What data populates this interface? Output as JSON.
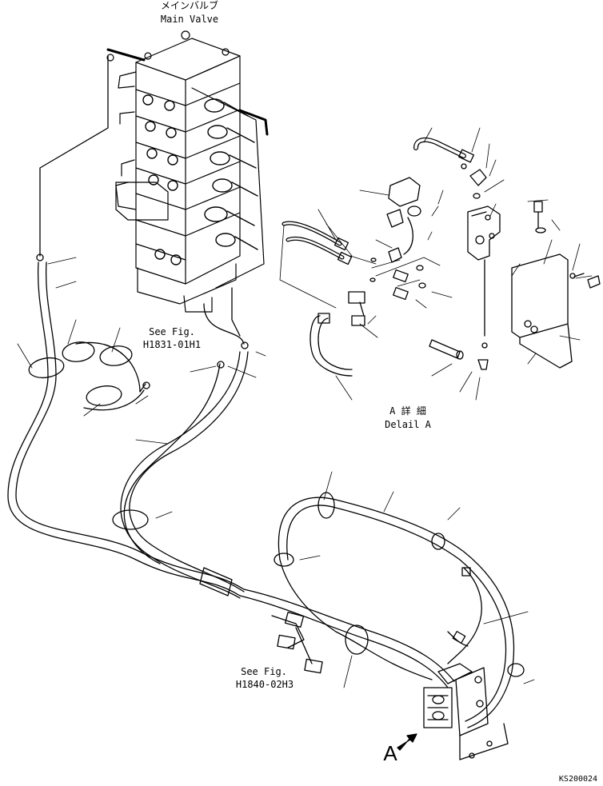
{
  "labels": {
    "main_valve_jp": "メインバルブ",
    "main_valve_en": "Main Valve",
    "see_fig_1_line1": "See Fig.",
    "see_fig_1_line2": "H1831-01H1",
    "see_fig_2_line1": "See Fig.",
    "see_fig_2_line2": "H1840-02H3",
    "detail_a_jp": "A 詳 細",
    "detail_a_en": "Delail A",
    "view_arrow_letter": "A",
    "drawing_code": "KS200024"
  },
  "colors": {
    "line": "#000000",
    "background": "#ffffff"
  }
}
